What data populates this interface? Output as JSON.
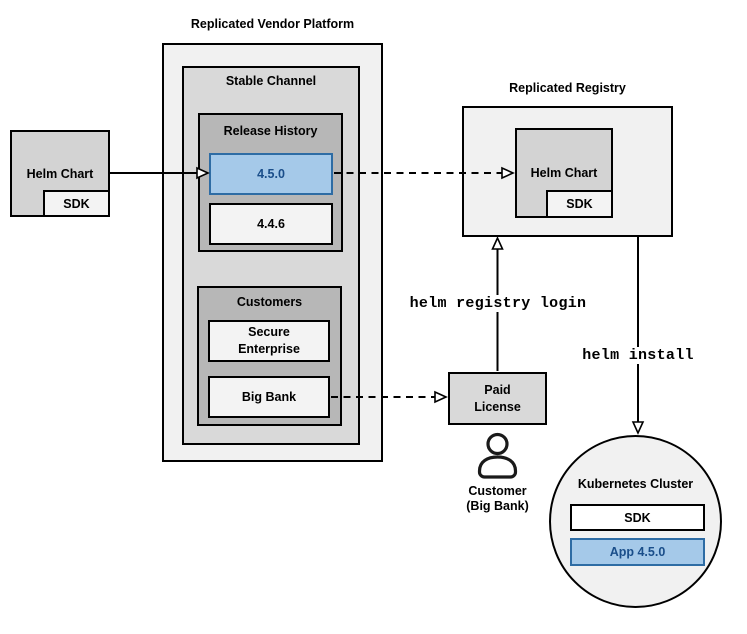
{
  "colors": {
    "highlight_fill": "#A5C9E9",
    "highlight_border": "#2E6CA4",
    "highlight_text": "#1A4E8A",
    "box_fill_light": "#F1F1F1",
    "box_fill_mid": "#D9D9D9",
    "box_fill_dark": "#B7B7B7"
  },
  "vendor_platform": {
    "title": "Replicated Vendor Platform",
    "stable_channel": {
      "title": "Stable Channel"
    },
    "release_history": {
      "title": "Release History",
      "releases": [
        {
          "version": "4.5.0",
          "highlighted": true
        },
        {
          "version": "4.4.6",
          "highlighted": false
        }
      ]
    },
    "customers": {
      "title": "Customers",
      "items": [
        {
          "name": "Secure Enterprise"
        },
        {
          "name": "Big Bank"
        }
      ]
    }
  },
  "source_chart": {
    "label": "Helm Chart",
    "sdk": "SDK"
  },
  "registry": {
    "title": "Replicated Registry",
    "helm_chart": "Helm Chart",
    "sdk": "SDK"
  },
  "license": {
    "label": "Paid License"
  },
  "customer_caption": {
    "line1": "Customer",
    "line2": "(Big Bank)"
  },
  "cluster": {
    "title": "Kubernetes Cluster",
    "sdk": "SDK",
    "app": "App 4.5.0"
  },
  "commands": {
    "registry_login": "helm registry login",
    "install": "helm install"
  }
}
